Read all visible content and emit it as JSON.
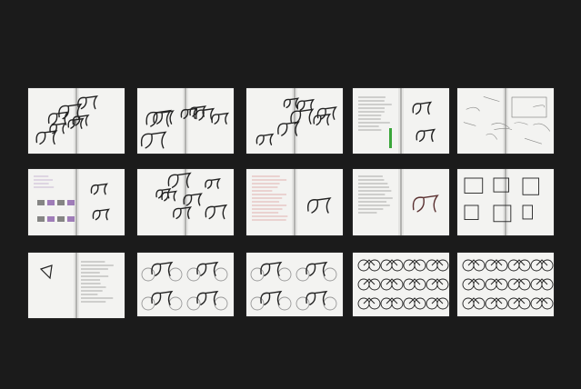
{
  "scene": {
    "background_color": "#1b1b1b",
    "paper_color": "#f3f3f1",
    "ink_color": "#222222",
    "accent_colors": [
      "#3aa63a",
      "#c23a3a",
      "#7a4aa0"
    ],
    "rows": 3,
    "columns": 5,
    "notebooks": [
      {
        "row": 0,
        "col": 0,
        "style": "open",
        "content": "frame-sketches"
      },
      {
        "row": 0,
        "col": 1,
        "style": "open",
        "content": "frame-sketches"
      },
      {
        "row": 0,
        "col": 2,
        "style": "open",
        "content": "frame-sketches"
      },
      {
        "row": 0,
        "col": 3,
        "style": "open",
        "content": "notes-with-green-marker"
      },
      {
        "row": 0,
        "col": 4,
        "style": "open",
        "content": "light-sketches"
      },
      {
        "row": 1,
        "col": 0,
        "style": "open",
        "content": "colored-component-studies"
      },
      {
        "row": 1,
        "col": 1,
        "style": "open",
        "content": "frame-sketches"
      },
      {
        "row": 1,
        "col": 2,
        "style": "open",
        "content": "red-notes-and-frame"
      },
      {
        "row": 1,
        "col": 3,
        "style": "open",
        "content": "notes-and-frame"
      },
      {
        "row": 1,
        "col": 4,
        "style": "open",
        "content": "component-details"
      },
      {
        "row": 2,
        "col": 0,
        "style": "open",
        "content": "small-details"
      },
      {
        "row": 2,
        "col": 1,
        "style": "landscape",
        "content": "bicycle-frame-sketches"
      },
      {
        "row": 2,
        "col": 2,
        "style": "landscape",
        "content": "bicycle-frame-sketches"
      },
      {
        "row": 2,
        "col": 3,
        "style": "landscape",
        "content": "bicycle-wheel-sketches"
      },
      {
        "row": 2,
        "col": 4,
        "style": "landscape",
        "content": "bicycle-wheel-sketches"
      }
    ]
  }
}
